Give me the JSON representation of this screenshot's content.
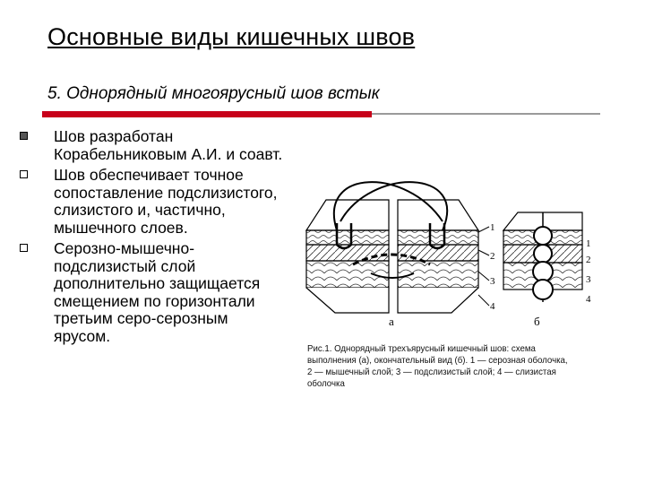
{
  "slide": {
    "title": "Основные виды кишечных швов",
    "subtitle": "5. Однорядный многоярусный шов встык"
  },
  "bullets": [
    "Шов разработан Корабельниковым А.И. и соавт.",
    "Шов обеспечивает точное сопоставление подслизистого, слизистого и, частично, мышечного слоев.",
    "Серозно-мышечно-подслизистый слой дополнительно защищается смещением по горизонтали третьим серо-серозным ярусом."
  ],
  "figure": {
    "label_a": "а",
    "label_b": "б",
    "layer_numbers": [
      "1",
      "2",
      "3",
      "4"
    ],
    "caption": "Рис.1. Однорядный трехъярусный кишечный шов: схема выполнения (а), окончательный вид (б). 1 — серозная оболочка, 2 — мышечный слой; 3 — подслизистый слой; 4 — слизистая оболочка"
  }
}
